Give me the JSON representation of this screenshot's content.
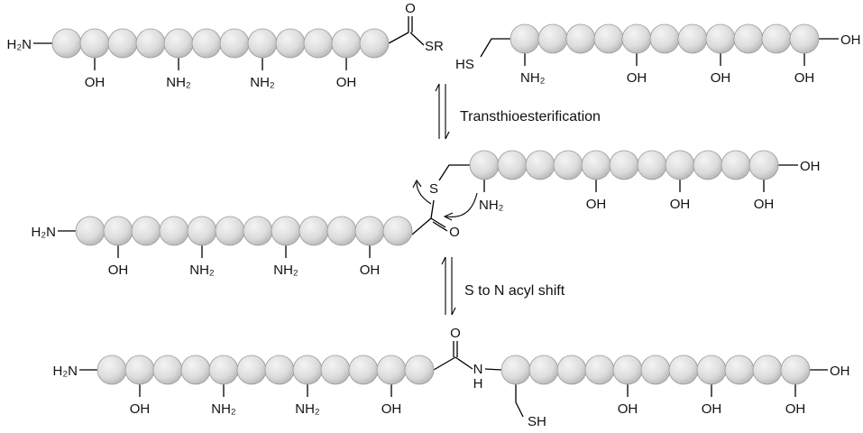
{
  "labels": {
    "H2N": "H₂N",
    "NH2": "NH₂",
    "OH": "OH",
    "SH": "SH",
    "HS": "HS",
    "SR": "SR",
    "S": "S",
    "O": "O",
    "N": "N",
    "H": "H"
  },
  "steps": {
    "step1": "Transthioesterification",
    "step2": "S to N acyl shift"
  },
  "colors": {
    "bead_light": "#f4f4f4",
    "bead_dark": "#b9b9b9",
    "bead_stroke": "#9a9a9a",
    "ink": "#000000"
  }
}
